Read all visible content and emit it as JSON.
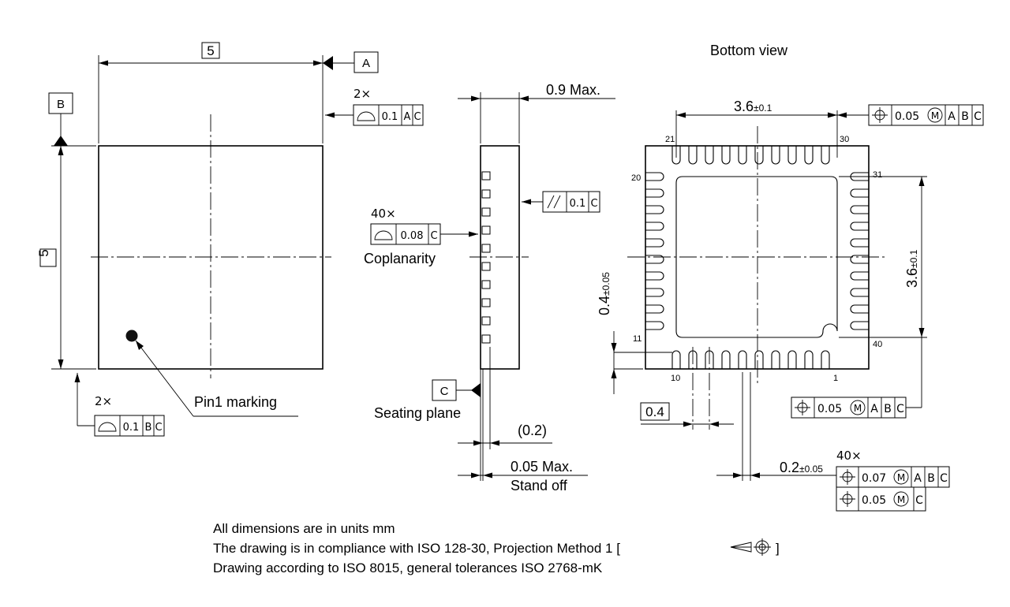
{
  "top_view": {
    "width_dim": "5",
    "height_dim": "5",
    "datum_a": "A",
    "datum_b": "B",
    "profile_a": {
      "count": "2×",
      "value": "0.1",
      "ref1": "A",
      "ref2": "C"
    },
    "profile_b": {
      "count": "2×",
      "value": "0.1",
      "ref1": "B",
      "ref2": "C"
    },
    "pin1_label": "Pin1 marking"
  },
  "side_view": {
    "max_height": "0.9 Max.",
    "parallelism": {
      "value": "0.1",
      "ref": "C"
    },
    "coplanarity": {
      "count": "40×",
      "value": "0.08",
      "ref": "C",
      "label": "Coplanarity"
    },
    "datum_c": "C",
    "seating_plane": "Seating plane",
    "lead_thk": "(0.2)",
    "standoff_value": "0.05 Max.",
    "standoff_label": "Stand off"
  },
  "bottom_view": {
    "title": "Bottom view",
    "width_nom": "3.6",
    "width_tol": "±0.1",
    "height_nom": "3.6",
    "height_tol": "±0.1",
    "pitch_nom": "0.4",
    "pitch_tol": "±0.05",
    "pitch_box": "0.4",
    "lead_w_nom": "0.2",
    "lead_w_tol": "±0.05",
    "pos_top": {
      "value": "0.05",
      "mod": "M",
      "r1": "A",
      "r2": "B",
      "r3": "C"
    },
    "pos_mid": {
      "value": "0.05",
      "mod": "M",
      "r1": "A",
      "r2": "B",
      "r3": "C"
    },
    "pos_lead1": {
      "count": "40×",
      "value": "0.07",
      "mod": "M",
      "r1": "A",
      "r2": "B",
      "r3": "C"
    },
    "pos_lead2": {
      "value": "0.05",
      "mod": "M",
      "r1": "C"
    },
    "pins": {
      "p21": "21",
      "p30": "30",
      "p20": "20",
      "p31": "31",
      "p11": "11",
      "p40": "40",
      "p10": "10",
      "p1": "1"
    }
  },
  "notes": {
    "line1": "All dimensions are in units mm",
    "line2a": "The drawing is in compliance with ISO 128-30, Projection Method 1 [",
    "line2b": "]",
    "line3": "Drawing according to ISO 8015, general tolerances ISO 2768-mK"
  }
}
